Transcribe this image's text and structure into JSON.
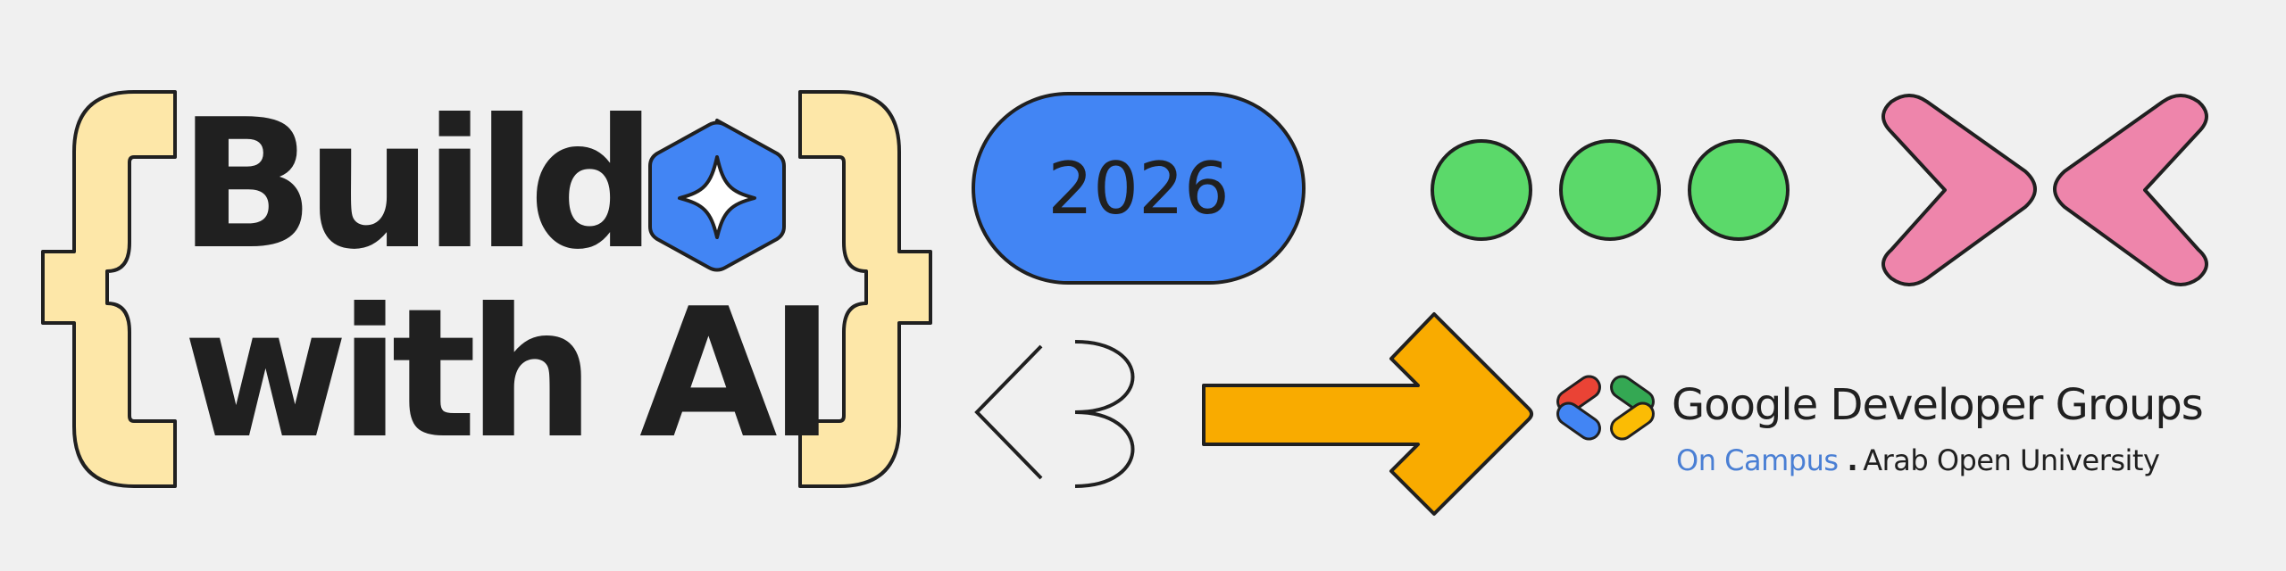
{
  "title": {
    "line1": "Build",
    "line2": "with AI"
  },
  "badge": {
    "year": "2026"
  },
  "logo": {
    "name": "Google Developer  Groups",
    "campus": "On Campus",
    "separator": ".",
    "university": "Arab Open University"
  },
  "colors": {
    "background": "#f0f0f0",
    "brace": "#fde7a8",
    "blue": "#4285f4",
    "green": "#5bd96a",
    "pink": "#ee85ab",
    "orange": "#f9ab00",
    "red": "#ea4335",
    "yellow": "#fbbc04",
    "outline": "#202020"
  },
  "icons": [
    "left-curly-brace-icon",
    "right-curly-brace-icon",
    "sparkle-hexagon-icon",
    "less-than-three-heart-icon",
    "right-arrow-icon",
    "pink-chevrons-icon",
    "gdg-brackets-logo-icon"
  ]
}
